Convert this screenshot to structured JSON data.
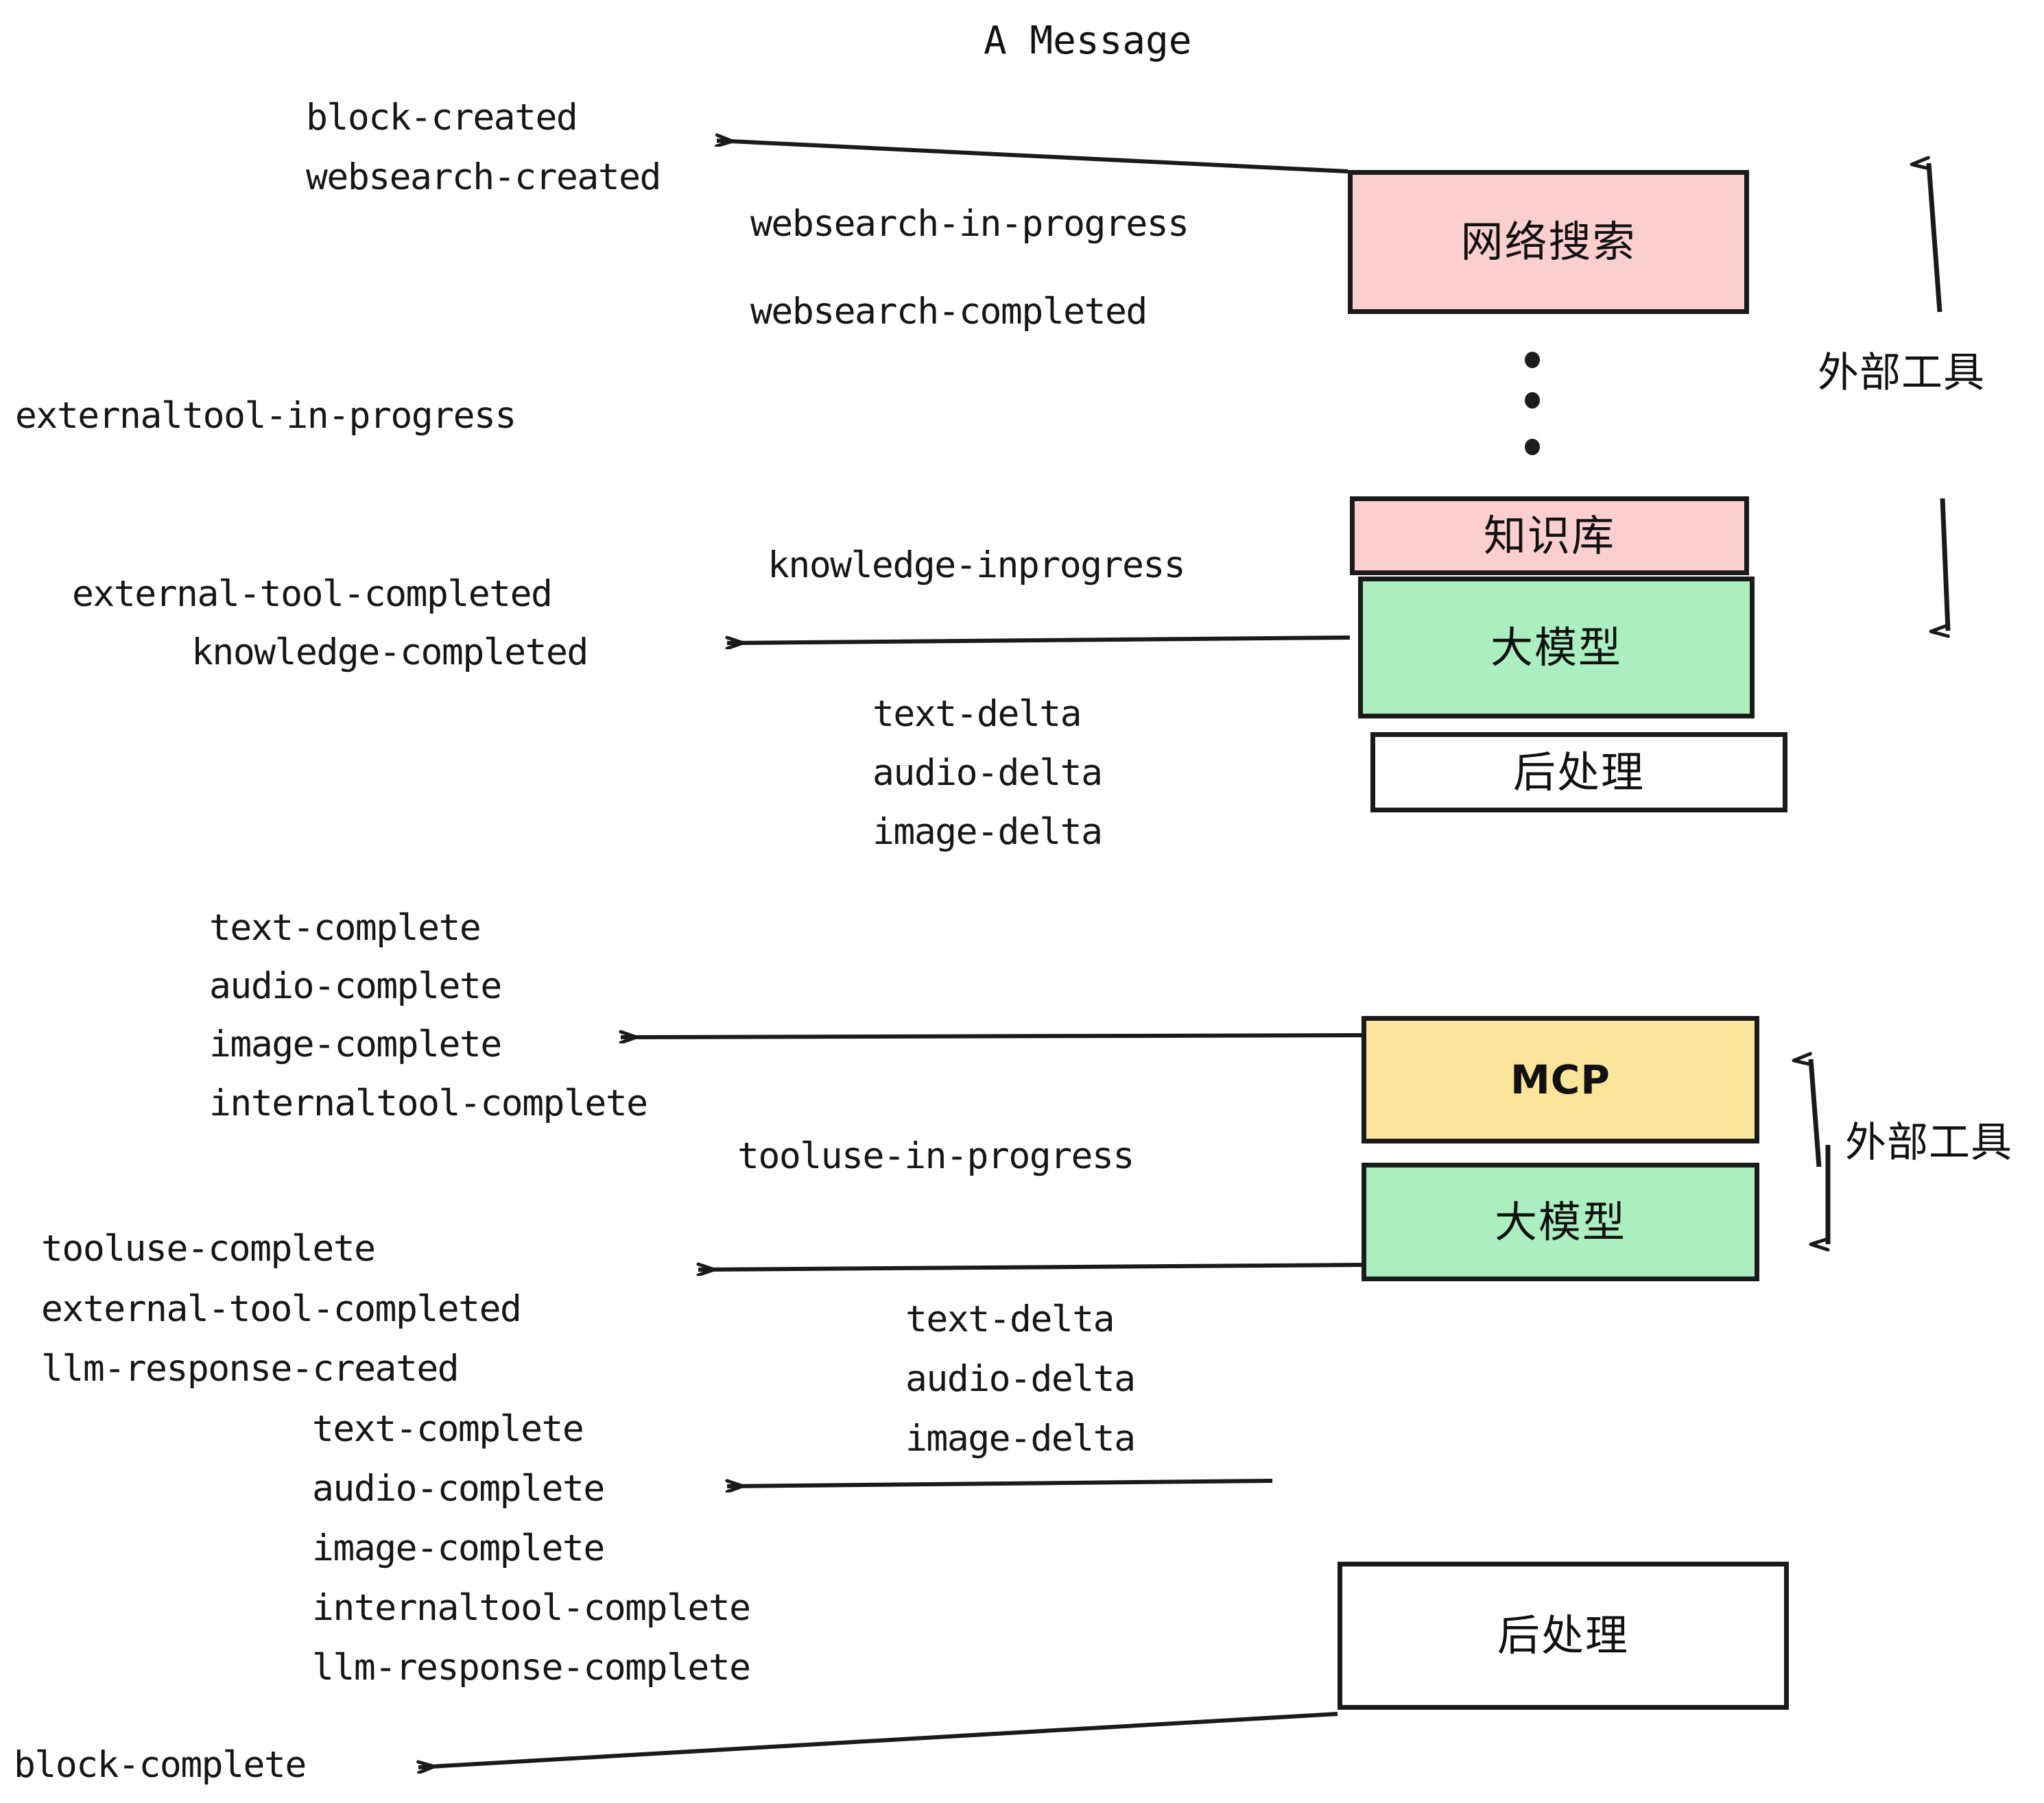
{
  "diagram": {
    "title": "A Message",
    "palette": {
      "pink": "#FBCFCF",
      "green": "#ABEFC0",
      "yellow": "#FAE59A",
      "white": "#FFFFFF",
      "stroke": "#1a1a1a",
      "text": "#111111",
      "background": "#FFFFFF"
    },
    "nodes": [
      {
        "id": "websearch",
        "label": "网络搜索",
        "fill": "pink",
        "script": "cjk"
      },
      {
        "id": "knowledge",
        "label": "知识库",
        "fill": "pink",
        "script": "cjk"
      },
      {
        "id": "llm-1",
        "label": "大模型",
        "fill": "green",
        "script": "cjk"
      },
      {
        "id": "postprocess-1",
        "label": "后处理",
        "fill": "white",
        "script": "cjk"
      },
      {
        "id": "mcp",
        "label": "MCP",
        "fill": "yellow",
        "script": "latin"
      },
      {
        "id": "llm-2",
        "label": "大模型",
        "fill": "green",
        "script": "cjk"
      },
      {
        "id": "postprocess-2",
        "label": "后处理",
        "fill": "white",
        "script": "cjk"
      }
    ],
    "side_labels": [
      {
        "id": "external-tools-top",
        "label": "外部工具"
      },
      {
        "id": "external-tools-bottom",
        "label": "外部工具"
      }
    ],
    "event_groups": [
      {
        "id": "group-block-created",
        "lines": [
          "block-created",
          "websearch-created"
        ]
      },
      {
        "id": "group-websearch",
        "lines": [
          "websearch-in-progress",
          "websearch-completed"
        ]
      },
      {
        "id": "group-externaltool-inprogress",
        "lines": [
          "externaltool-in-progress"
        ]
      },
      {
        "id": "group-knowledge-inprogress",
        "lines": [
          "knowledge-inprogress"
        ]
      },
      {
        "id": "group-knowledge-completed",
        "lines": [
          "external-tool-completed",
          "knowledge-completed"
        ]
      },
      {
        "id": "group-llm1-deltas",
        "lines": [
          "text-delta",
          "audio-delta",
          "image-delta"
        ]
      },
      {
        "id": "group-postprocess1-complete",
        "lines": [
          "text-complete",
          "audio-complete",
          "image-complete",
          "internaltool-complete"
        ]
      },
      {
        "id": "group-tooluse-inprogress",
        "lines": [
          "tooluse-in-progress"
        ]
      },
      {
        "id": "group-tooluse-complete",
        "lines": [
          "tooluse-complete",
          "external-tool-completed",
          "llm-response-created"
        ]
      },
      {
        "id": "group-llm2-deltas",
        "lines": [
          "text-delta",
          "audio-delta",
          "image-delta"
        ]
      },
      {
        "id": "group-postprocess2-complete",
        "lines": [
          "text-complete",
          "audio-complete",
          "image-complete",
          "internaltool-complete",
          "llm-response-complete"
        ]
      },
      {
        "id": "group-block-complete",
        "lines": [
          "block-complete"
        ]
      }
    ],
    "ellipsis": {
      "id": "vertical-ellipsis",
      "dots": 3
    }
  }
}
